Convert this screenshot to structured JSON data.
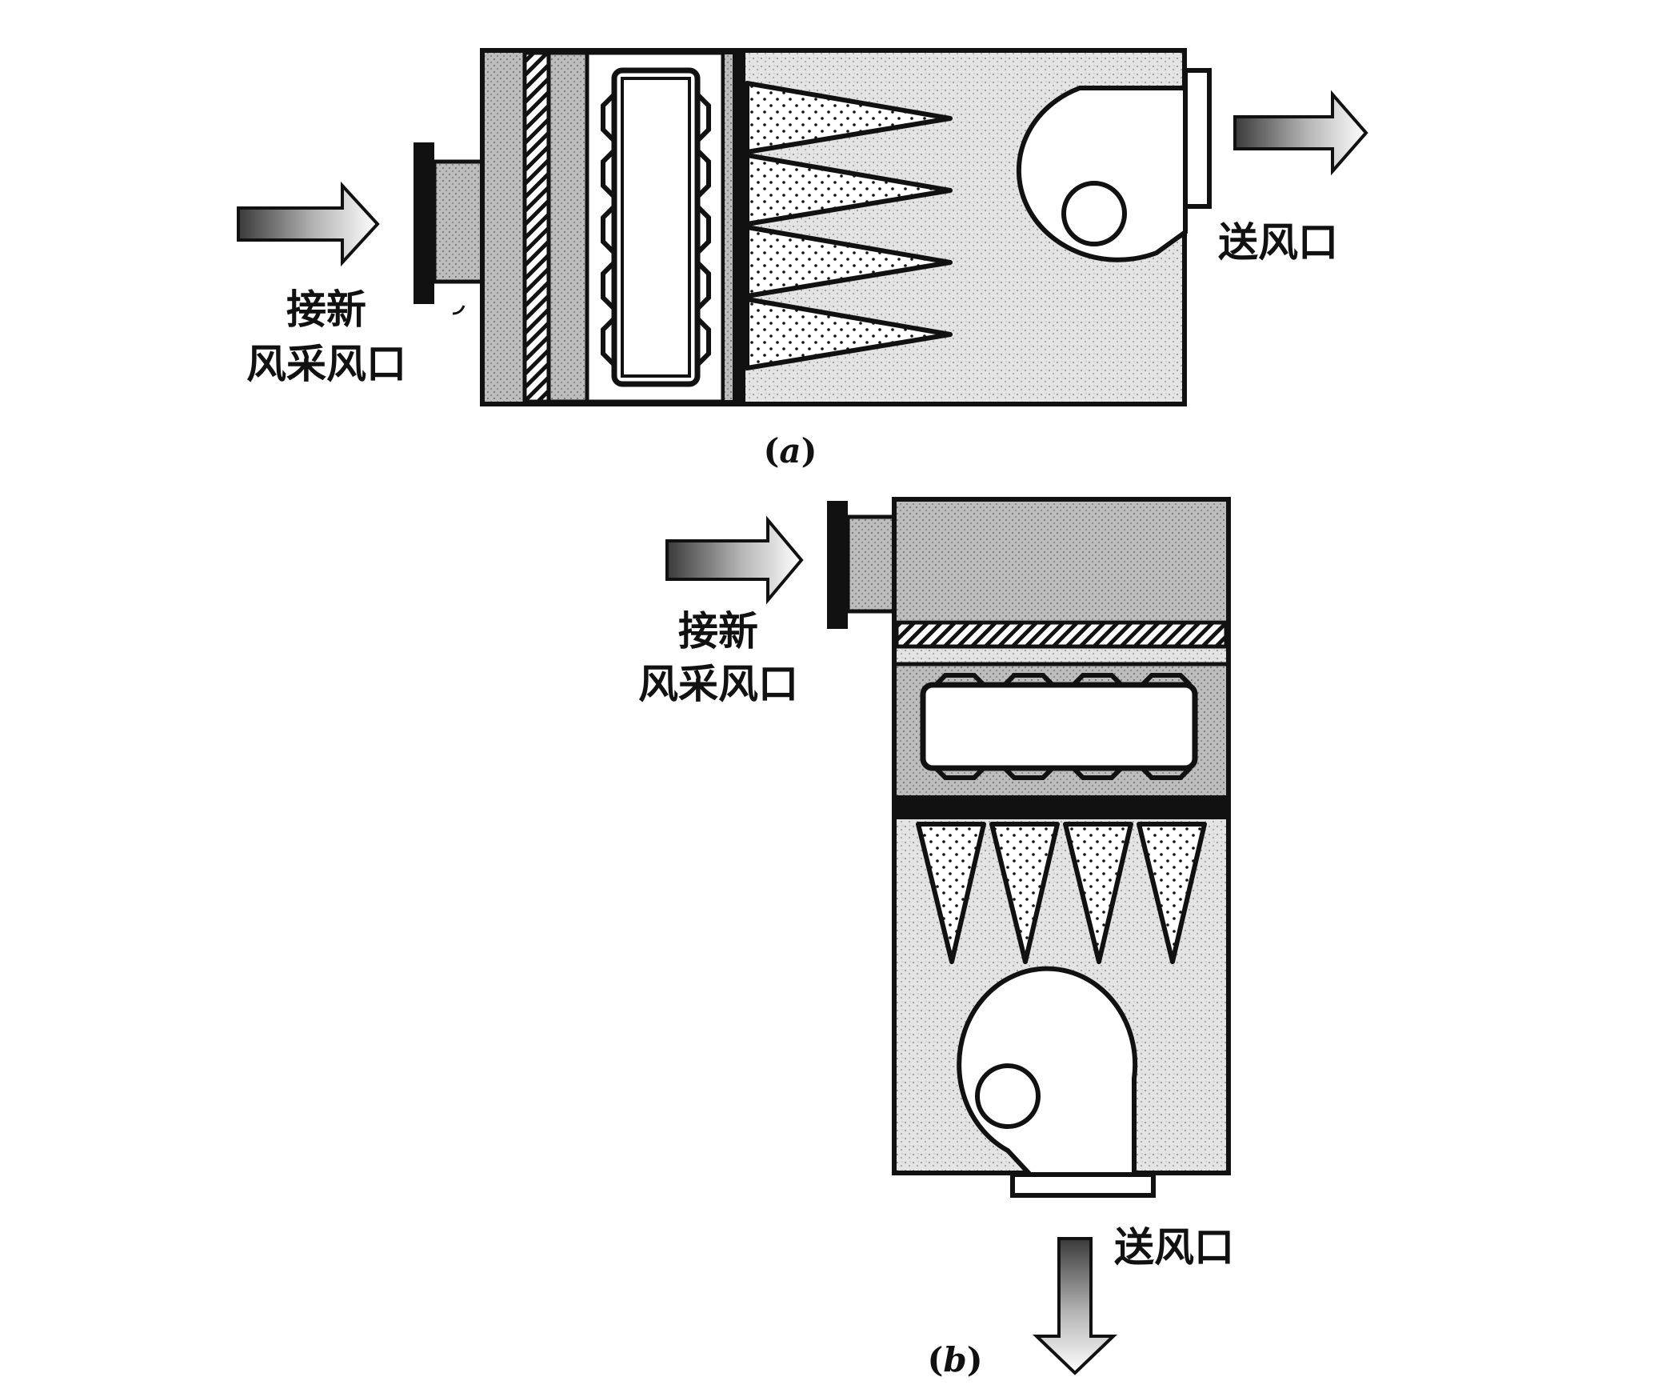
{
  "diagram_a": {
    "inlet_label_line1": "接新",
    "inlet_label_line2": "风采风口",
    "outlet_label": "送风口",
    "caption_open": "(",
    "caption_letter": "a",
    "caption_close": ")"
  },
  "diagram_b": {
    "inlet_label_line1": "接新",
    "inlet_label_line2": "风采风口",
    "outlet_label": "送风口",
    "caption_open": "(",
    "caption_letter": "b",
    "caption_close": ")"
  },
  "colors": {
    "ink": "#111111",
    "housing_fill": "#e2e2e2",
    "panel_fill": "#c4c4c4",
    "white": "#ffffff"
  }
}
